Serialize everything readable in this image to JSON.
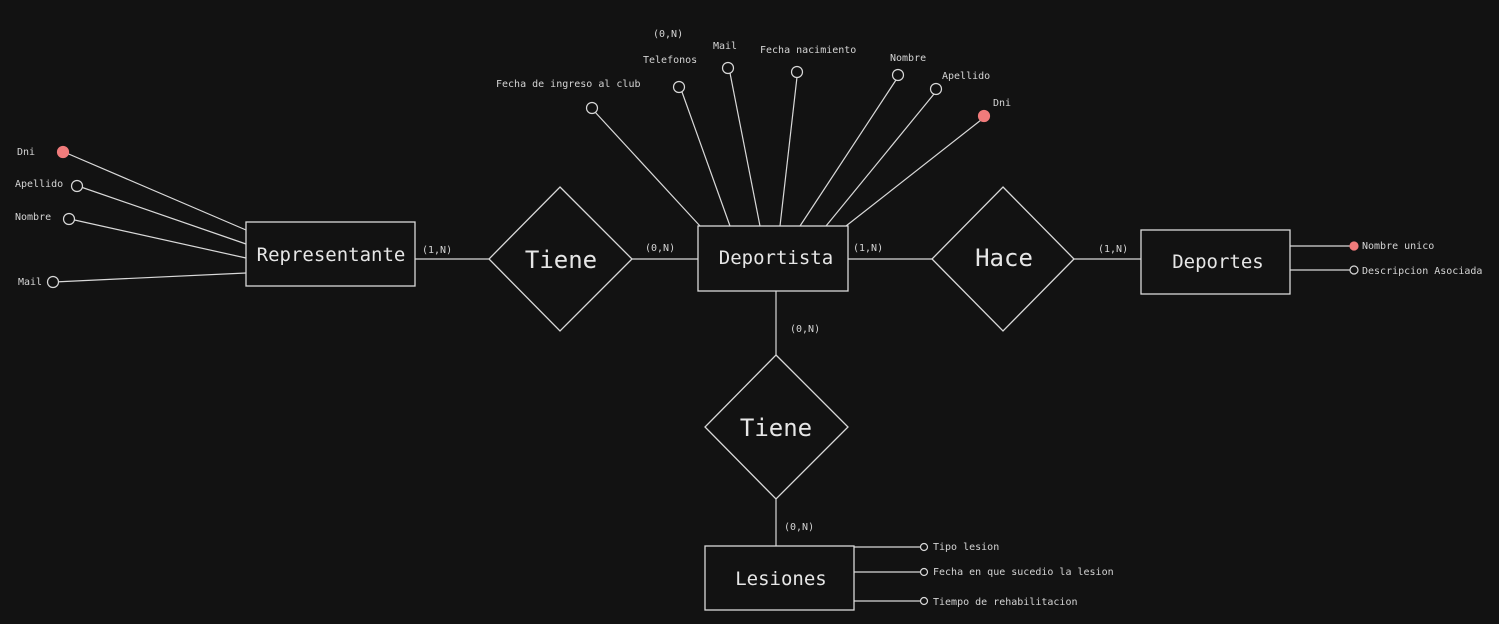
{
  "diagram": {
    "entities": {
      "representante": {
        "label": "Representante"
      },
      "deportista": {
        "label": "Deportista"
      },
      "deportes": {
        "label": "Deportes"
      },
      "lesiones": {
        "label": "Lesiones"
      }
    },
    "relationships": {
      "tiene_representante": {
        "label": "Tiene"
      },
      "hace": {
        "label": "Hace"
      },
      "tiene_lesiones": {
        "label": "Tiene"
      }
    },
    "cardinalities": {
      "representante_tiene": "(1,N)",
      "tiene_deportista": "(0,N)",
      "deportista_hace": "(1,N)",
      "hace_deportes": "(1,N)",
      "deportista_tiene": "(0,N)",
      "tiene_lesiones": "(0,N)"
    },
    "attributes": {
      "representante": [
        {
          "label": "Dni",
          "key": true
        },
        {
          "label": "Apellido",
          "key": false
        },
        {
          "label": "Nombre",
          "key": false
        },
        {
          "label": "Mail",
          "key": false
        }
      ],
      "deportista": [
        {
          "label": "Fecha de ingreso al club",
          "key": false
        },
        {
          "label": "Telefonos",
          "key": false,
          "cardinality": "(0,N)"
        },
        {
          "label": "Mail",
          "key": false
        },
        {
          "label": "Fecha nacimiento",
          "key": false
        },
        {
          "label": "Nombre",
          "key": false
        },
        {
          "label": "Apellido",
          "key": false
        },
        {
          "label": "Dni",
          "key": true
        }
      ],
      "deportes": [
        {
          "label": "Nombre unico",
          "key": true
        },
        {
          "label": "Descripcion Asociada",
          "key": false
        }
      ],
      "lesiones": [
        {
          "label": "Tipo lesion",
          "key": false
        },
        {
          "label": "Fecha en que sucedio la lesion",
          "key": false
        },
        {
          "label": "Tiempo de rehabilitacion",
          "key": false
        }
      ]
    },
    "colors": {
      "background": "#121212",
      "stroke": "#d9d9d9",
      "key_attribute": "#f07b7b"
    }
  }
}
